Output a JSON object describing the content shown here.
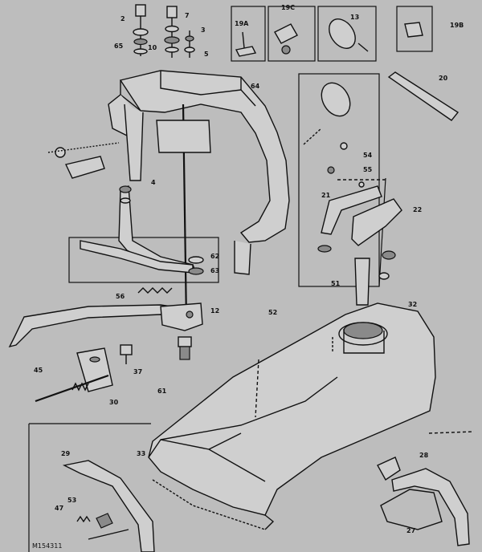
{
  "diagram": {
    "figure_id": "M154311",
    "callouts": [
      {
        "id": "c2",
        "text": "2"
      },
      {
        "id": "c3",
        "text": "3"
      },
      {
        "id": "c4",
        "text": "4"
      },
      {
        "id": "c5",
        "text": "5"
      },
      {
        "id": "c7",
        "text": "7"
      },
      {
        "id": "c10",
        "text": "10"
      },
      {
        "id": "c12",
        "text": "12"
      },
      {
        "id": "c13",
        "text": "13"
      },
      {
        "id": "c19a",
        "text": "19A"
      },
      {
        "id": "c19b",
        "text": "19B"
      },
      {
        "id": "c19c",
        "text": "19C"
      },
      {
        "id": "c20",
        "text": "20"
      },
      {
        "id": "c21",
        "text": "21"
      },
      {
        "id": "c22",
        "text": "22"
      },
      {
        "id": "c27",
        "text": "27"
      },
      {
        "id": "c28",
        "text": "28"
      },
      {
        "id": "c29",
        "text": "29"
      },
      {
        "id": "c30",
        "text": "30"
      },
      {
        "id": "c32",
        "text": "32"
      },
      {
        "id": "c33",
        "text": "33"
      },
      {
        "id": "c37",
        "text": "37"
      },
      {
        "id": "c45",
        "text": "45"
      },
      {
        "id": "c47",
        "text": "47"
      },
      {
        "id": "c51",
        "text": "51"
      },
      {
        "id": "c52",
        "text": "52"
      },
      {
        "id": "c53",
        "text": "53"
      },
      {
        "id": "c54",
        "text": "54"
      },
      {
        "id": "c55",
        "text": "55"
      },
      {
        "id": "c56",
        "text": "56"
      },
      {
        "id": "c61",
        "text": "61"
      },
      {
        "id": "c62",
        "text": "62"
      },
      {
        "id": "c63",
        "text": "63"
      },
      {
        "id": "c64",
        "text": "64"
      },
      {
        "id": "c65",
        "text": "65"
      }
    ]
  }
}
